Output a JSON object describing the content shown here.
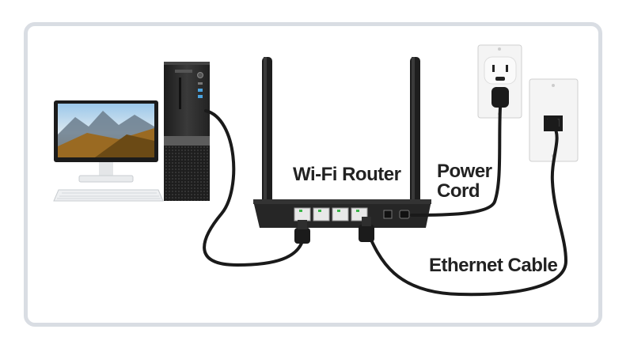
{
  "labels": {
    "router": "Wi-Fi Router",
    "power_line1": "Power",
    "power_line2": "Cord",
    "ethernet": "Ethernet Cable"
  },
  "colors": {
    "frame_border": "#d9dde3",
    "cable": "#1a1a1a",
    "device_dark": "#2a2a2a",
    "wall_plate": "#f4f4f4",
    "label_text": "#222222"
  },
  "icons": [
    "monitor",
    "keyboard",
    "pc-tower",
    "router",
    "power-outlet",
    "ethernet-wall-jack",
    "power-cord",
    "ethernet-cable"
  ]
}
